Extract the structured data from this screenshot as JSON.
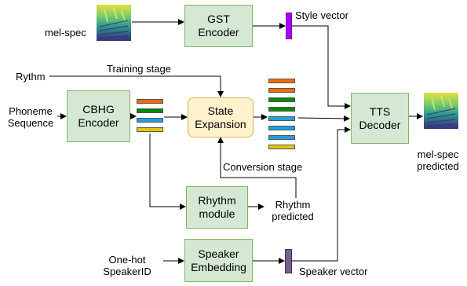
{
  "nodes": {
    "gst_encoder": [
      "GST",
      "Encoder"
    ],
    "cbhg_encoder": [
      "CBHG",
      "Encoder"
    ],
    "state_expansion": [
      "State",
      "Expansion"
    ],
    "tts_decoder": [
      "TTS",
      "Decoder"
    ],
    "rhythm_module": [
      "Rhythm",
      "module"
    ],
    "speaker_embedding": [
      "Speaker",
      "Embedding"
    ]
  },
  "labels": {
    "mel_spec_input": "mel-spec",
    "style_vector": "Style vector",
    "rythm": "Rythm",
    "training_stage": "Training stage",
    "phoneme_sequence": [
      "Phoneme",
      "Sequence"
    ],
    "conversion_stage": "Conversion stage",
    "rhythm_predicted": [
      "Rhythm",
      "predicted"
    ],
    "mel_spec_predicted": [
      "mel-spec",
      "predicted"
    ],
    "one_hot_speaker": [
      "One-hot",
      "SpeakerID"
    ],
    "speaker_vector": "Speaker vector"
  },
  "colors": {
    "style_vector": "#aa00ff",
    "speaker_vector": "#76608a",
    "bar_orange": "#fa6800",
    "bar_green": "#008a00",
    "bar_blue": "#1ba1e2",
    "bar_yellow": "#e3c800",
    "box_fill": "#d5e8d4",
    "box_border": "#82b366",
    "state_fill": "#fff2cc",
    "state_border": "#d6b656"
  }
}
